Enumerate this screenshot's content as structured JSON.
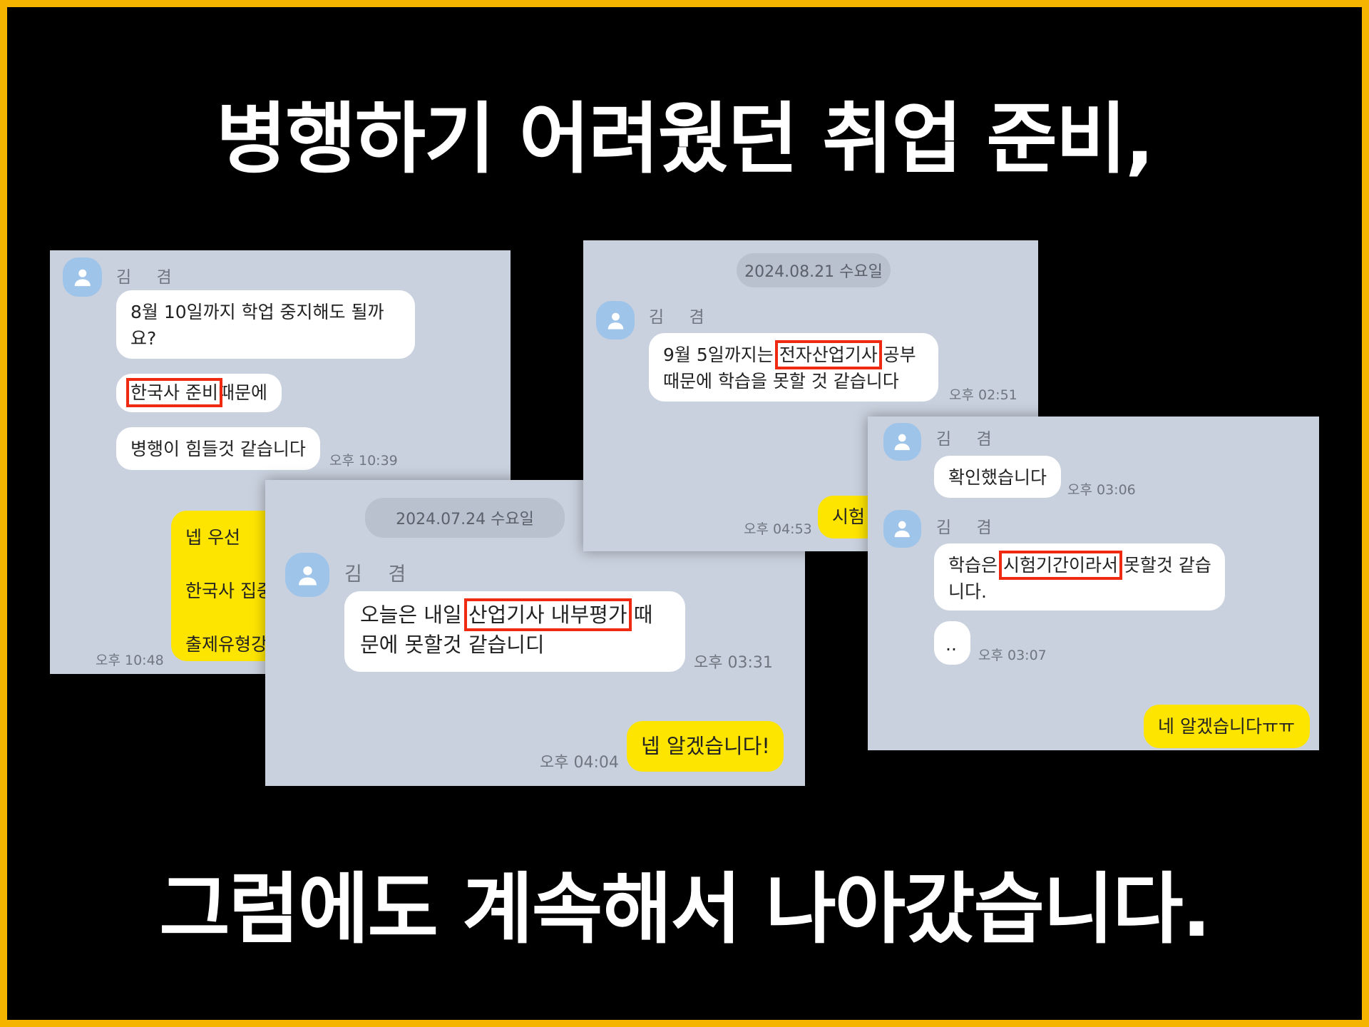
{
  "headline_top": "병행하기 어려웠던 취업 준비,",
  "headline_bottom": "그럼에도 계속해서 나아갔습니다.",
  "colors": {
    "border": "#F5B400",
    "panel_bg": "#C9D1DE",
    "my_bubble": "#FEE500",
    "highlight": "#F02A10"
  },
  "sender": "김 겸",
  "chat1": {
    "m1": [
      "8월 10일까지 학업 중지해도 될까",
      "요?"
    ],
    "m2": {
      "hl": "한국사 준비",
      "rest": "때문에"
    },
    "m3": "병행이 힘들것 같습니다",
    "t1": "오후 10:39",
    "reply": [
      "넵 우선",
      "한국사 집중",
      "출제유형강"
    ],
    "t2": "오후 10:48"
  },
  "chat2": {
    "date": "2024.07.24 수요일",
    "m1": {
      "pre": "오늘은 내일 ",
      "hl": "산업기사 내부평가",
      "post": " 때",
      "line2": "문에 못할것 같습니디"
    },
    "t1": "오후 03:31",
    "reply": "넵 알겠습니다!",
    "t2": "오후 04:04"
  },
  "chat3": {
    "date": "2024.08.21 수요일",
    "m1": {
      "pre": "9월 5일까지는 ",
      "hl": "전자산업기사",
      "post": " 공부",
      "line2": "때문에 학습을 못할 것 같습니다"
    },
    "t1": "오후 02:51",
    "reply": "시험",
    "t2": "오후 04:53"
  },
  "chat4": {
    "m1": "확인했습니다",
    "t1": "오후 03:06",
    "m2": {
      "pre": "학습은 ",
      "hl": "시험기간이라서",
      "post": " 못할것 같습",
      "line2": "니다."
    },
    "m3": "..",
    "t2": "오후 03:07",
    "reply": "네 알겠습니다ㅠㅠ"
  }
}
